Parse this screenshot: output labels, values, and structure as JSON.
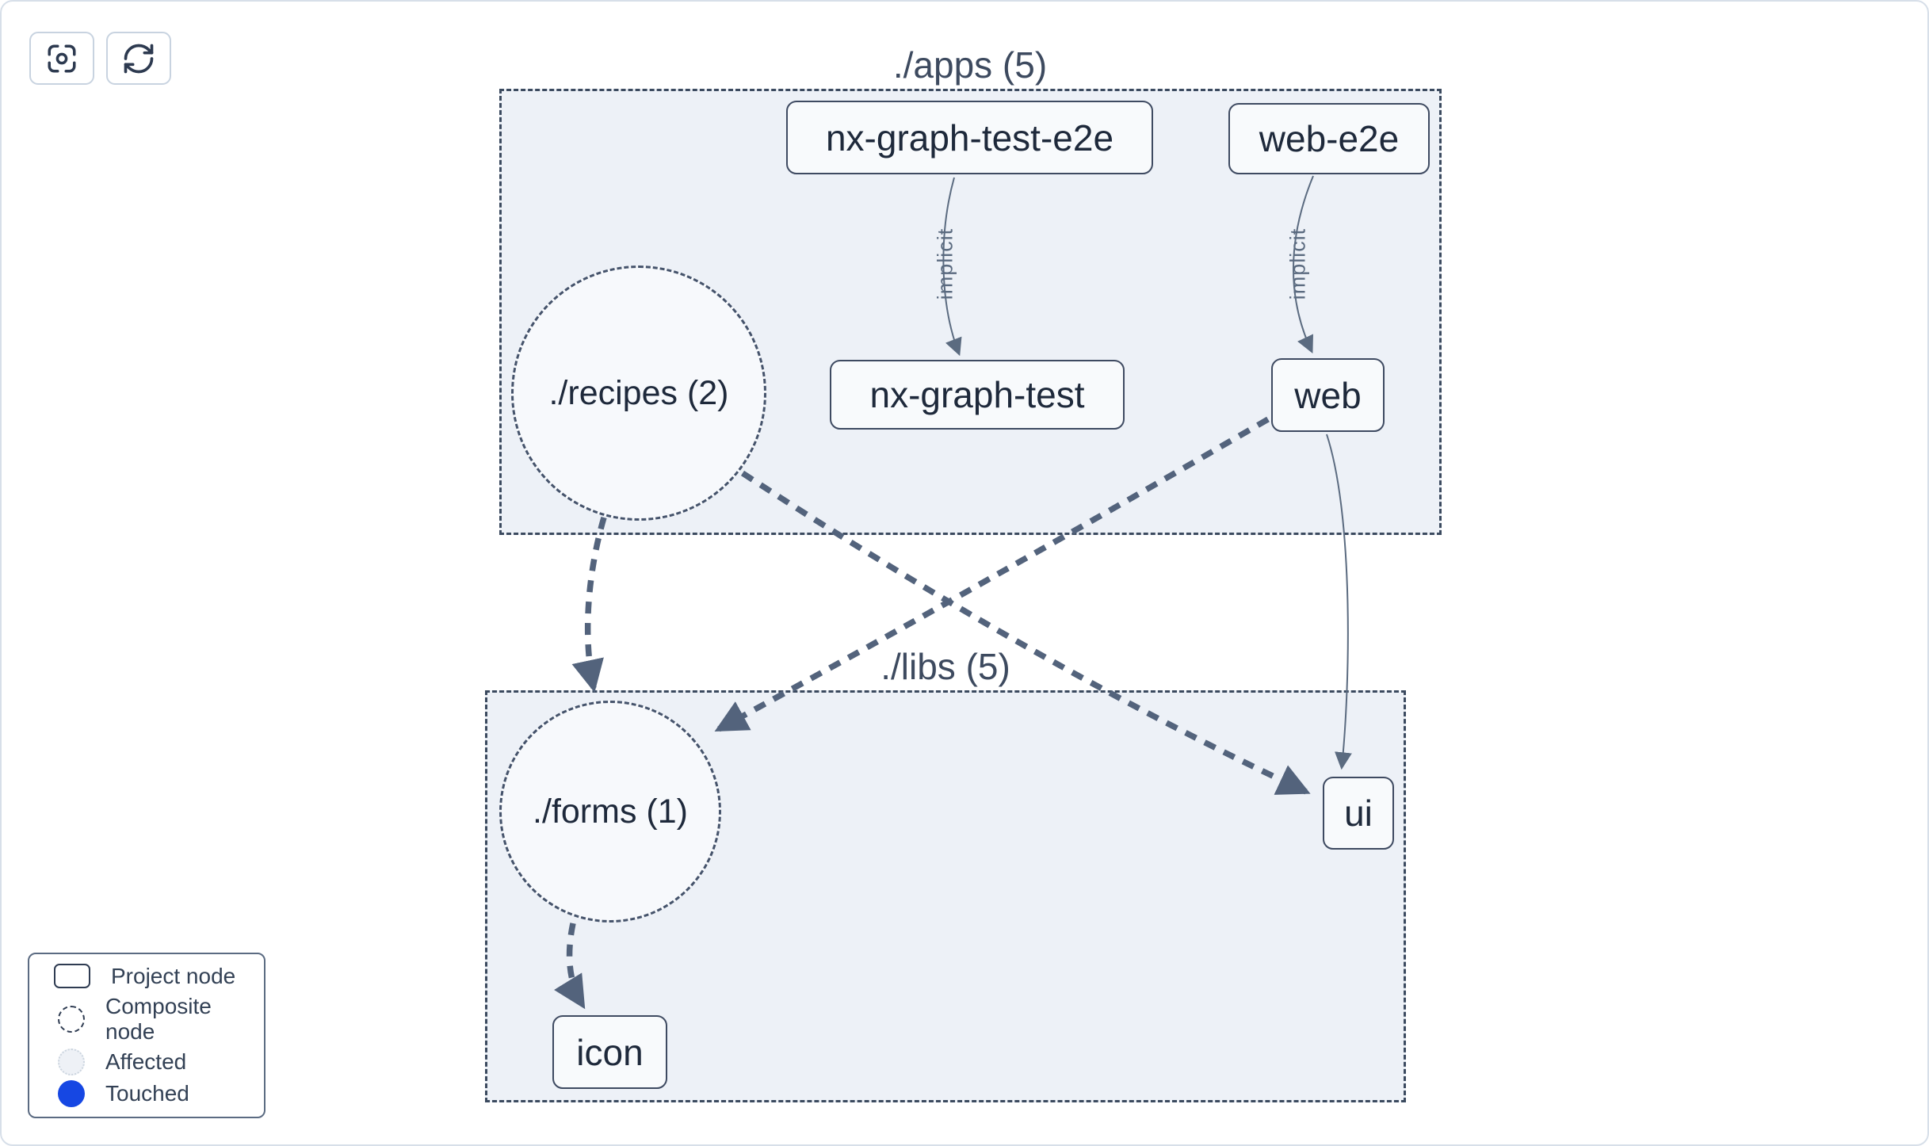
{
  "toolbar": {
    "buttons": [
      {
        "name": "focus",
        "icon": "focus-icon"
      },
      {
        "name": "refresh",
        "icon": "refresh-icon"
      }
    ]
  },
  "graph": {
    "groups": [
      {
        "id": "apps",
        "label": "./apps (5)"
      },
      {
        "id": "libs",
        "label": "./libs (5)"
      }
    ],
    "project_nodes": [
      {
        "id": "nx-graph-test-e2e",
        "label": "nx-graph-test-e2e",
        "group": "apps"
      },
      {
        "id": "web-e2e",
        "label": "web-e2e",
        "group": "apps"
      },
      {
        "id": "nx-graph-test",
        "label": "nx-graph-test",
        "group": "apps"
      },
      {
        "id": "web",
        "label": "web",
        "group": "apps"
      },
      {
        "id": "ui",
        "label": "ui",
        "group": "libs"
      },
      {
        "id": "icon",
        "label": "icon",
        "group": "libs"
      }
    ],
    "composite_nodes": [
      {
        "id": "recipes",
        "label": "./recipes (2)",
        "group": "apps"
      },
      {
        "id": "forms",
        "label": "./forms (1)",
        "group": "libs"
      }
    ],
    "edges": [
      {
        "from": "nx-graph-test-e2e",
        "to": "nx-graph-test",
        "label": "implicit",
        "style": "thin-solid"
      },
      {
        "from": "web-e2e",
        "to": "web",
        "label": "implicit",
        "style": "thin-solid"
      },
      {
        "from": "recipes",
        "to": "forms",
        "style": "thick-dashed"
      },
      {
        "from": "recipes",
        "to": "ui",
        "style": "thick-dashed"
      },
      {
        "from": "web",
        "to": "forms",
        "style": "thick-dashed"
      },
      {
        "from": "web",
        "to": "ui",
        "style": "thin-solid"
      },
      {
        "from": "forms",
        "to": "icon",
        "style": "thick-dashed"
      }
    ]
  },
  "legend": {
    "items": [
      {
        "label": "Project node",
        "swatch": "project"
      },
      {
        "label": "Composite node",
        "swatch": "composite"
      },
      {
        "label": "Affected",
        "swatch": "affected"
      },
      {
        "label": "Touched",
        "swatch": "touched"
      }
    ]
  },
  "colors": {
    "touched_blue": "#1647e3",
    "affected_gray": "#eef1f6",
    "group_fill": "#edf1f7",
    "node_fill": "#f8fafc",
    "edge_slate": "#53637c",
    "text_dark": "#1e293b"
  }
}
